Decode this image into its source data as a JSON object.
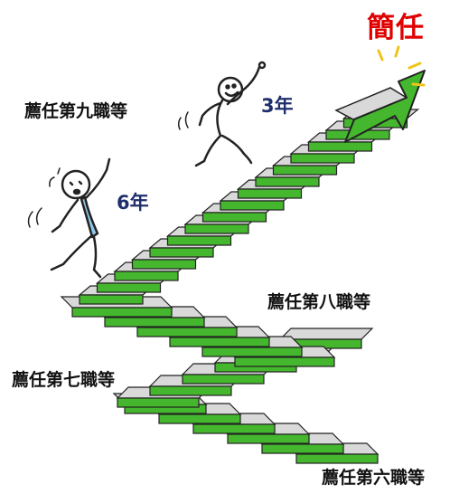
{
  "labels": {
    "goal": "簡任",
    "rank_9": "薦任第九職等",
    "rank_8": "薦任第八職等",
    "rank_7": "薦任第七職等",
    "rank_6": "薦任第六職等",
    "years_fast": "3年",
    "years_slow": "6年"
  },
  "colors": {
    "step_green": "#45b72e",
    "step_gray": "#d9d9d9",
    "outline": "#222222",
    "goal_red": "#e00000",
    "years_navy": "#1f2f6b",
    "shirt_blue": "#8cc6e8",
    "spark_yellow": "#f0c419"
  },
  "icons": [
    "runner-fast-figure",
    "runner-slow-figure",
    "arrow-up-icon",
    "sparkle-icon"
  ]
}
